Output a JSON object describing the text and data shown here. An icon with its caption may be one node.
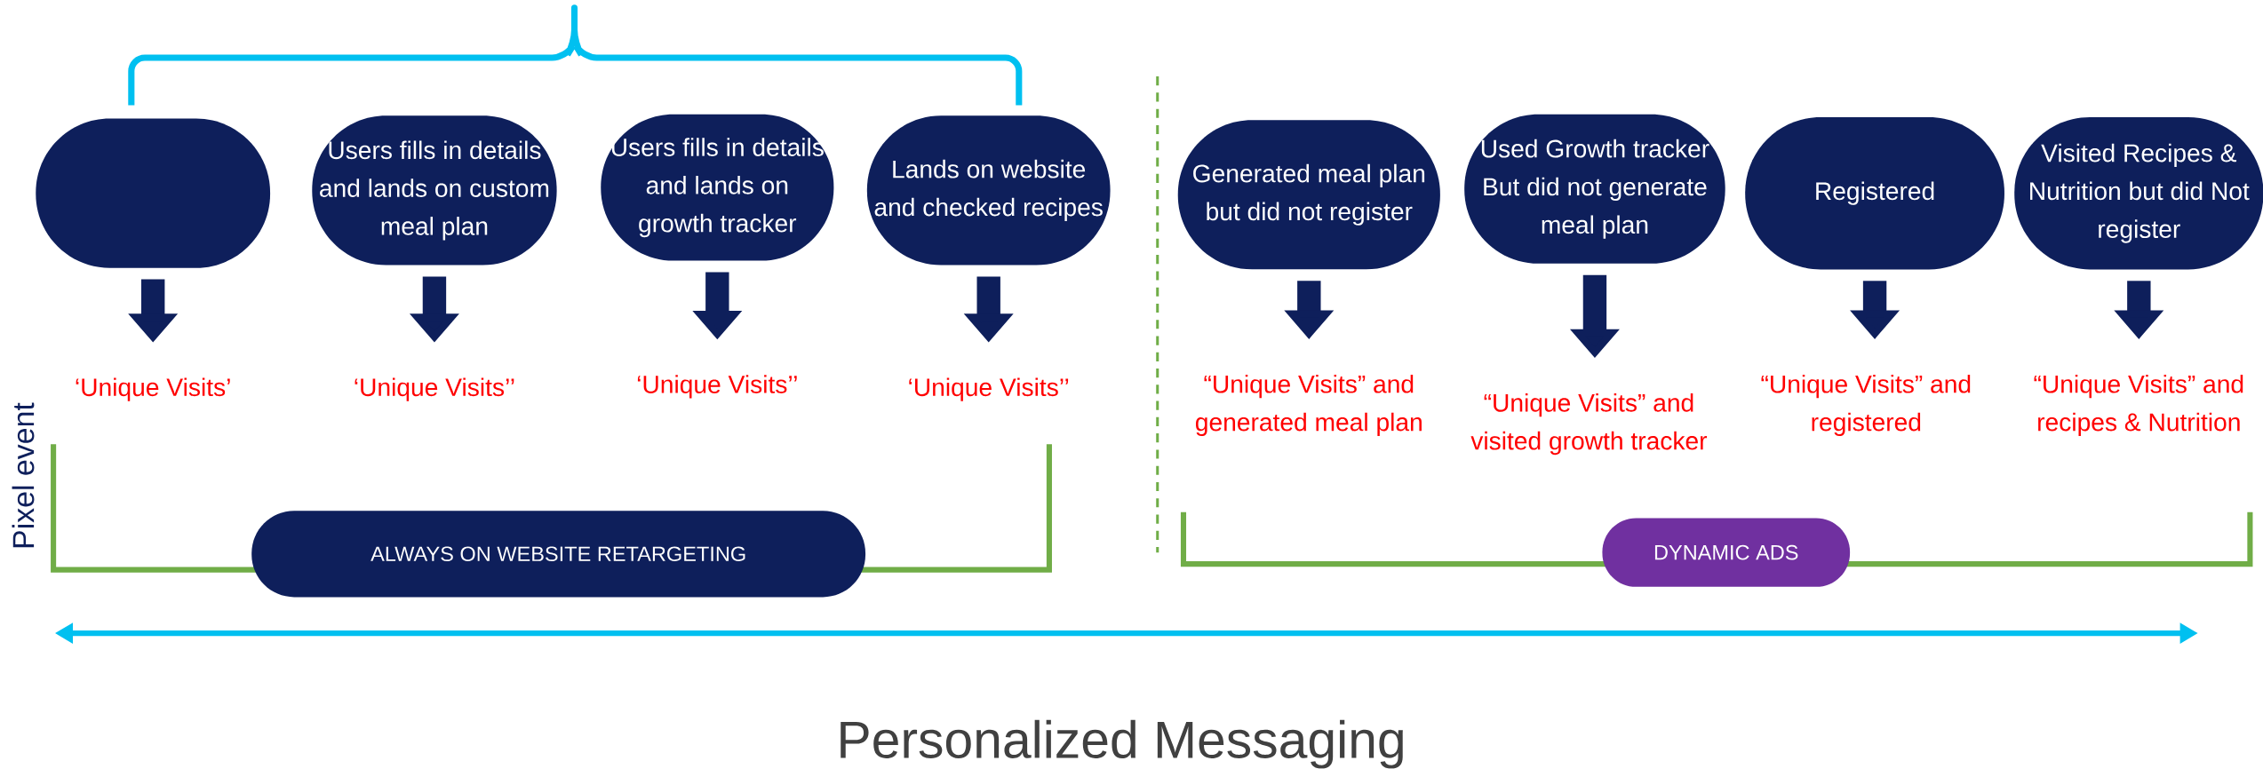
{
  "diagram": {
    "caption": "Personalized Messaging",
    "nodes": [
      {
        "text": [],
        "shape": "box"
      },
      {
        "text": [
          "Users fills in details and lands on custom meal plan"
        ]
      },
      {
        "text": [
          "Users fills in details and lands on growth tracker"
        ]
      },
      {
        "text": [
          "Lands on website and checked recipes"
        ]
      },
      {
        "text": [
          "Generated meal plan but did not register"
        ]
      },
      {
        "text": [
          "Used Growth tracker But did not generate meal plan"
        ]
      },
      {
        "text": [
          "Registered"
        ]
      },
      {
        "text": [
          "Visited Recipes & Nutrition but did Not register"
        ]
      },
      {
        "text": [
          "‘Unique Visits’"
        ]
      },
      {
        "text": [
          "‘Unique Visits’’"
        ]
      },
      {
        "text": [
          "‘Unique Visits’’"
        ]
      },
      {
        "text": [
          "‘Unique Visits’’"
        ]
      },
      {
        "text": [
          "“Unique Visits” and generated meal plan"
        ]
      },
      {
        "text": [
          "“Unique Visits” and visited growth tracker"
        ]
      },
      {
        "text": [
          "“Unique Visits” and registered"
        ]
      },
      {
        "text": [
          "“Unique Visits” and recipes & Nutrition"
        ]
      },
      {
        "text": [
          "ALWAYS ON WEBSITE RETARGETING"
        ]
      },
      {
        "text": [
          "DYNAMIC ADS"
        ]
      }
    ],
    "edges": [
      {
        "from": 0,
        "to": 8,
        "arrow": "to"
      },
      {
        "from": 1,
        "to": 9,
        "arrow": "to"
      },
      {
        "from": 2,
        "to": 10,
        "arrow": "to"
      },
      {
        "from": 3,
        "to": 11,
        "arrow": "to"
      },
      {
        "from": 4,
        "to": 12,
        "arrow": "to"
      },
      {
        "from": 5,
        "to": 13,
        "arrow": "to"
      },
      {
        "from": 6,
        "to": 14,
        "arrow": "to"
      },
      {
        "from": 7,
        "to": 15,
        "arrow": "to"
      }
    ],
    "labels": [
      "Pixel event"
    ]
  }
}
